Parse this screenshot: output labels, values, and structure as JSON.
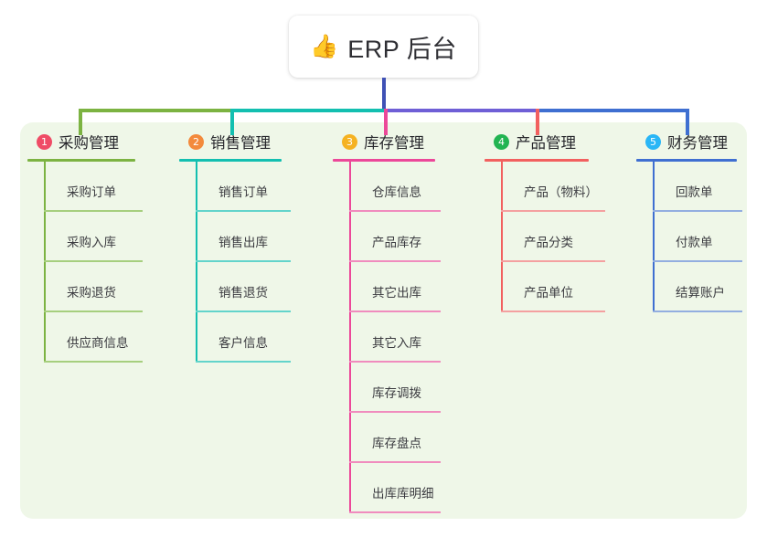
{
  "root": {
    "emoji": "👍",
    "icon_name": "thumbs-up-icon",
    "title": "ERP 后台"
  },
  "theme": {
    "canvas_bg": "#ffffff",
    "panel_bg": "#eff7e8",
    "text": "#3b3b40",
    "title_text": "#26262b"
  },
  "connectors": {
    "root_stem_color": "#3f51b5",
    "segments": [
      {
        "name": "bar-green",
        "color": "#7cb342"
      },
      {
        "name": "bar-teal",
        "color": "#13bfb0"
      },
      {
        "name": "bar-purple",
        "color": "#6f5fd6"
      },
      {
        "name": "bar-blue",
        "color": "#3f6fd1"
      }
    ],
    "drops": [
      {
        "name": "drop-purchase",
        "color": "#7cb342"
      },
      {
        "name": "drop-sales",
        "color": "#13bfb0"
      },
      {
        "name": "drop-inventory",
        "color": "#ec4899"
      },
      {
        "name": "drop-product",
        "color": "#f2605f"
      },
      {
        "name": "drop-finance",
        "color": "#3f6fd1"
      }
    ]
  },
  "columns": [
    {
      "number": "1",
      "title": "采购管理",
      "badge_color": "#ef4c66",
      "line_color": "#7cb342",
      "child_line_color": "#a6cf7e",
      "children": [
        "采购订单",
        "采购入库",
        "采购退货",
        "供应商信息"
      ]
    },
    {
      "number": "2",
      "title": "销售管理",
      "badge_color": "#f38a3c",
      "line_color": "#13bfb0",
      "child_line_color": "#63d4cb",
      "children": [
        "销售订单",
        "销售出库",
        "销售退货",
        "客户信息"
      ]
    },
    {
      "number": "3",
      "title": "库存管理",
      "badge_color": "#f5b221",
      "line_color": "#ec4899",
      "child_line_color": "#f08cbe",
      "children": [
        "仓库信息",
        "产品库存",
        "其它出库",
        "其它入库",
        "库存调拨",
        "库存盘点",
        "出库库明细"
      ]
    },
    {
      "number": "4",
      "title": "产品管理",
      "badge_color": "#22b452",
      "line_color": "#f2605f",
      "child_line_color": "#f4a0a0",
      "children": [
        "产品（物料）",
        "产品分类",
        "产品单位"
      ]
    },
    {
      "number": "5",
      "title": "财务管理",
      "badge_color": "#29b6f6",
      "line_color": "#3f6fd1",
      "child_line_color": "#93aee0",
      "children": [
        "回款单",
        "付款单",
        "结算账户"
      ]
    }
  ]
}
